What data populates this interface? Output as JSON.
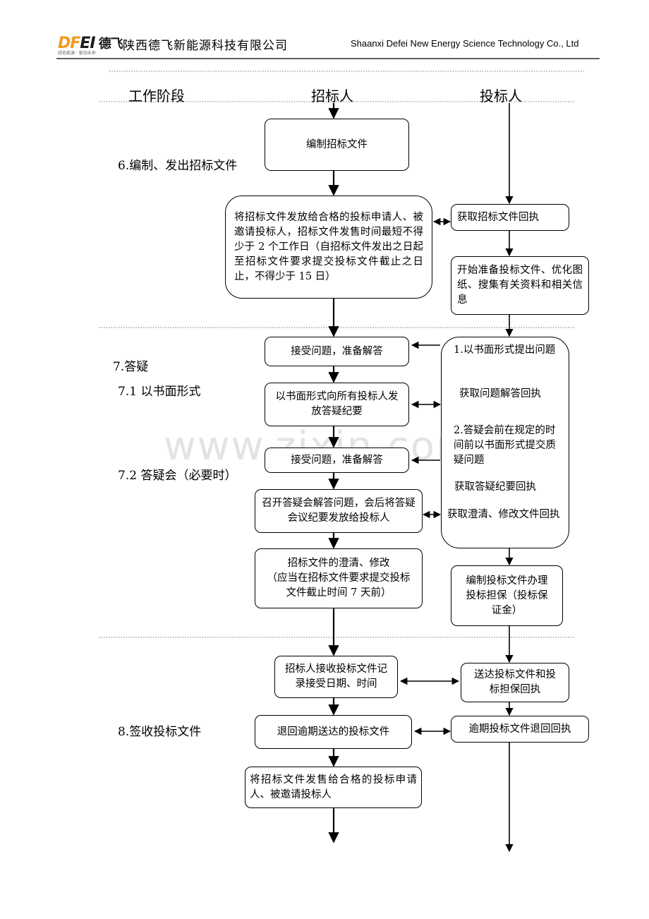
{
  "header": {
    "logo_text": "DFEI 德飞",
    "logo_tagline": "绿色能源 · 驱动未来",
    "company_cn": "陕西德飞新能源科技有限公司",
    "company_en": "Shaanxi Defei New Energy Science Technology Co., Ltd"
  },
  "columns": {
    "stage": "工作阶段",
    "tenderer": "招标人",
    "bidder": "投标人"
  },
  "stages": {
    "s6": "6.编制、发出招标文件",
    "s7": "7.答疑",
    "s71": "7.1 以书面形式",
    "s72": "7.2 答疑会（必要时）",
    "s8": "8.签收投标文件"
  },
  "tenderer_boxes": {
    "compile": "编制招标文件",
    "issue": "将招标文件发放给合格的投标申请人、被邀请投标人，招标文件发售时间最短不得少于 2 个工作日（自招标文件发出之日起至招标文件要求提交投标文件截止之日止，不得少于 15 日）",
    "receive_q1": "接受问题，准备解答",
    "issue_minutes": "以书面形式向所有投标人发放答疑纪要",
    "receive_q2": "接受问题，准备解答",
    "meeting": "召开答疑会解答问题，会后将答疑会议纪要发放给投标人",
    "clarify_l1": "招标文件的澄清、修改",
    "clarify_l2": "（应当在招标文件要求提交投标文件截止时间 7 天前）",
    "receive_bids": "招标人接收投标文件记录接受日期、时间",
    "return_late": "退回逾期送达的投标文件",
    "sell": "将招标文件发售给合格的投标申请人、被邀请投标人"
  },
  "bidder_boxes": {
    "receipt": "获取招标文件回执",
    "prepare": "开始准备投标文件、优化图纸、搜集有关资料和相关信息",
    "q_written": "1.以书面形式提出问题",
    "q_receipt": "获取问题解答回执",
    "q_before_meeting": "2.答疑会前在规定的时间前以书面形式提交质疑问题",
    "minutes_receipt": "获取答疑纪要回执",
    "clarify_receipt": "获取澄清、修改文件回执",
    "compile_bid": "编制投标文件办理投标担保（投标保证金）",
    "deliver": "送达投标文件和投标担保回执",
    "late_receipt": "逾期投标文件退回回执"
  },
  "watermark": "www.zixin.com.cn"
}
